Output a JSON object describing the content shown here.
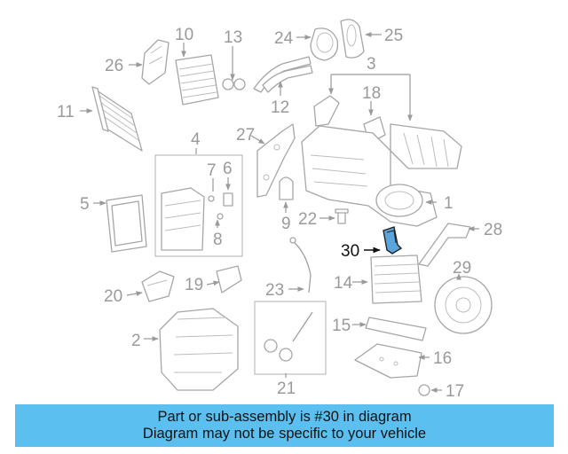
{
  "diagram": {
    "highlight_callout": "30",
    "highlight_color": "#5aa6dc",
    "callouts": [
      "1",
      "2",
      "3",
      "4",
      "5",
      "6",
      "7",
      "8",
      "9",
      "10",
      "11",
      "12",
      "13",
      "14",
      "15",
      "16",
      "17",
      "18",
      "19",
      "20",
      "21",
      "22",
      "23",
      "24",
      "25",
      "26",
      "27",
      "28",
      "29",
      "30"
    ]
  },
  "banner": {
    "line1": "Part or sub-assembly is #30 in diagram",
    "line2": "Diagram may not be specific to your vehicle",
    "color": "#5bc0f0"
  }
}
